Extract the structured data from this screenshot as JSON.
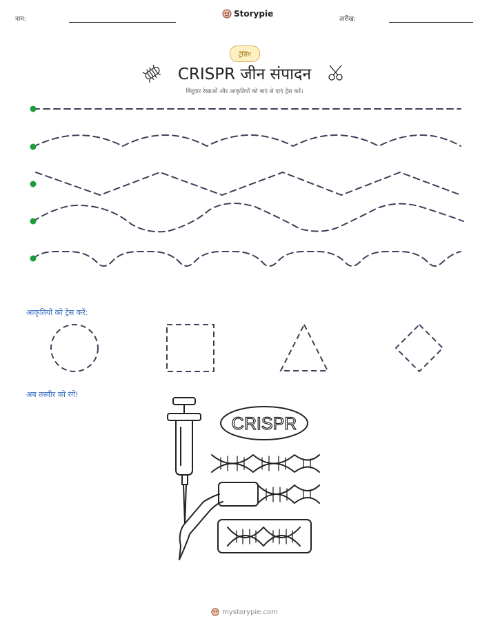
{
  "header": {
    "name_label": "नाम:",
    "date_label": "तारीख:",
    "brand": "Storypie"
  },
  "badge": "ट्रेसिंग",
  "title": "CRISPR जीन संपादन",
  "subtitle": "बिंदुदार रेखाओं और आकृतियों को बाएं से दाएं ट्रेस करें।",
  "icons": {
    "left": "bacterium-icon",
    "right": "scissors-icon"
  },
  "shapes_label": "आकृतियों को ट्रेस करें:",
  "shapes": [
    "circle",
    "square",
    "triangle",
    "diamond"
  ],
  "color_label": "अब तस्वीर को रंगें!",
  "picture": {
    "label": "CRISPR",
    "items": [
      "syringe-icon",
      "dna-icon",
      "pipette-icon"
    ]
  },
  "footer": "mystorypie.com",
  "colors": {
    "dot": "#1e9b3c",
    "dash": "#3b3f57",
    "section": "#3a6fc2"
  }
}
